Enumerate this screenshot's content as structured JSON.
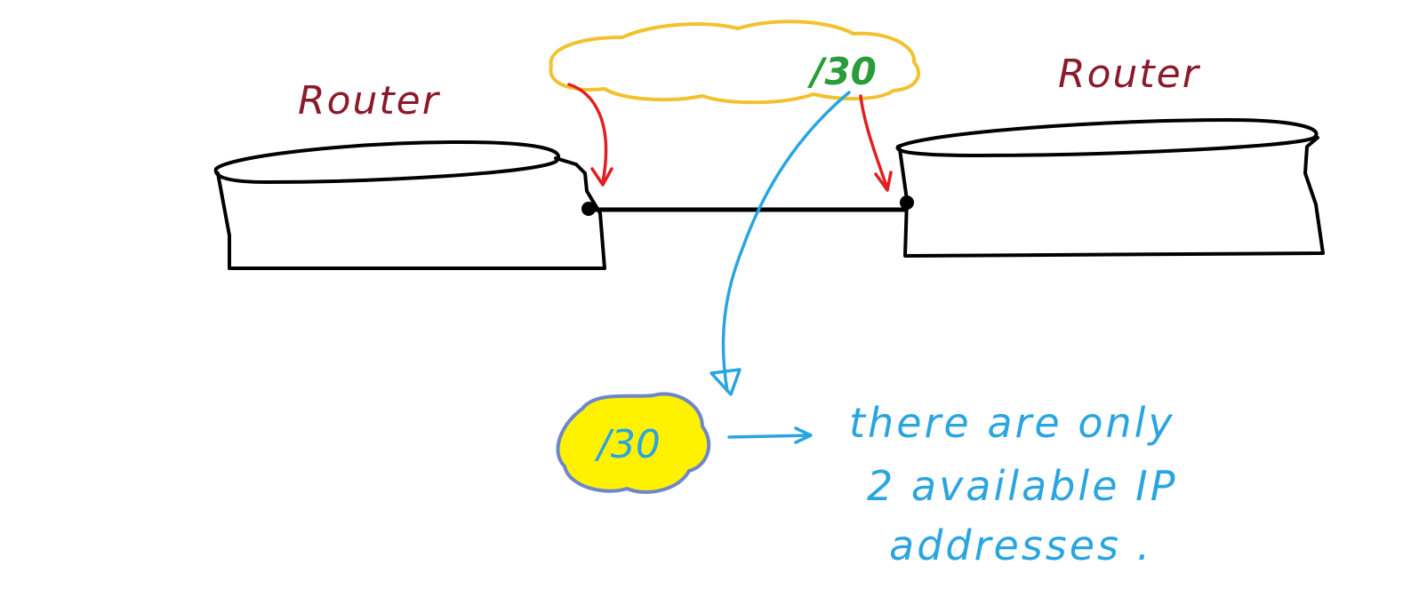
{
  "labels": {
    "router_left": "Router",
    "router_right": "Router",
    "cloud_prefix": "/30",
    "blob_prefix": "/30"
  },
  "note": {
    "line1": "there are only",
    "line2": "2 available IP",
    "line3": "addresses ."
  },
  "colors": {
    "router_label": "#8b1a2b",
    "outline": "#000000",
    "cloud": "#f2c12e",
    "cloud_text": "#2a9d3a",
    "red_arrow": "#e02020",
    "blue": "#2aa5e0",
    "blob_fill": "#fff200",
    "blob_edge": "#6f86c9"
  },
  "icons": {
    "router": "router-cylinder-icon",
    "link": "link-line",
    "cloud": "cloud-shape",
    "blob": "highlight-blob"
  }
}
